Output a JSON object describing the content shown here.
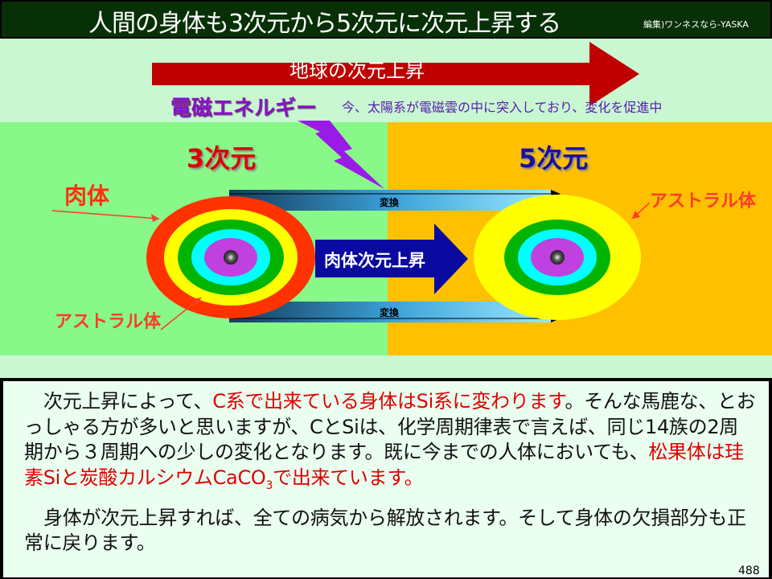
{
  "header": {
    "title": "人間の身体も3次元から5次元に次元上昇する",
    "credit": "編集)ワンネスなら-YASKA"
  },
  "diagram": {
    "earth_arrow": "地球の次元上昇",
    "em_energy": "電磁エネルギー",
    "em_desc": "今、太陽系が電磁雲の中に突入しており、変化を促進中",
    "dim3": "3次元",
    "dim5": "5次元",
    "physical_body": "肉体",
    "astral_left": "アストラル体",
    "astral_right": "アストラル体",
    "convert_top": "変換",
    "convert_bottom": "変換",
    "body_ascension": "肉体次元上昇",
    "colors": {
      "red": "#ff3300",
      "yellow": "#ffff00",
      "green": "#00b400",
      "cyan": "#00ffff",
      "purple": "#c040e0",
      "earth_arrow": "#c00000",
      "blue_arrow": "#0a0aa0"
    }
  },
  "text": {
    "p1": [
      "次元上昇によって、",
      "C系で出来ている身体はSi系に変わります",
      "。そんな馬鹿な、とおっしゃる方が多いと思いますが、CとSiは、化学周期律表で言えば、同じ14族の2周期から３周期への少しの変化となります。既に今までの人体においても、",
      "松果体は珪素Siと炭酸カルシウムCaCO",
      "3",
      "で出来ています。"
    ],
    "p2": "身体が次元上昇すれば、全ての病気から解放されます。そして身体の欠損部分も正常に戻ります。"
  },
  "page_number": "488"
}
